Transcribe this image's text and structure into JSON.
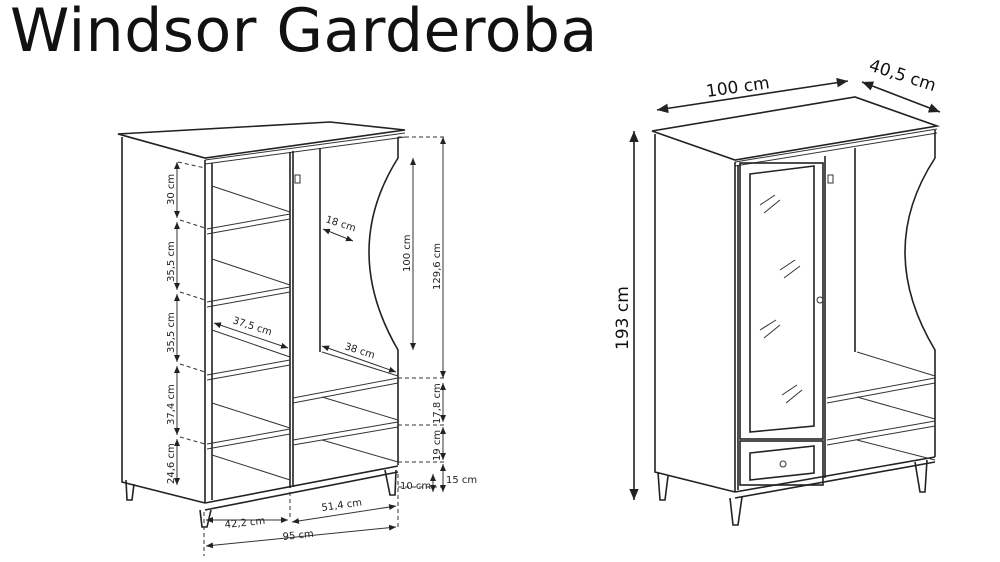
{
  "title": "Windsor Garderoba",
  "left_drawing": {
    "heights_left": [
      "30 cm",
      "35,5 cm",
      "35,5 cm",
      "37,4 cm",
      "24,6 cm"
    ],
    "hanger_depth": "18 cm",
    "cutout_height": "100 cm",
    "hanging_height": "129,6 cm",
    "shelf_depth_left": "37,5 cm",
    "shelf_depth_right": "38 cm",
    "heights_right": [
      "17,8 cm",
      "19 cm"
    ],
    "leg_height": "10 cm",
    "base_height": "15 cm",
    "width_left": "42,2 cm",
    "width_right": "51,4 cm",
    "width_total": "95 cm"
  },
  "right_drawing": {
    "width": "100 cm",
    "depth": "40,5 cm",
    "height": "193 cm"
  }
}
